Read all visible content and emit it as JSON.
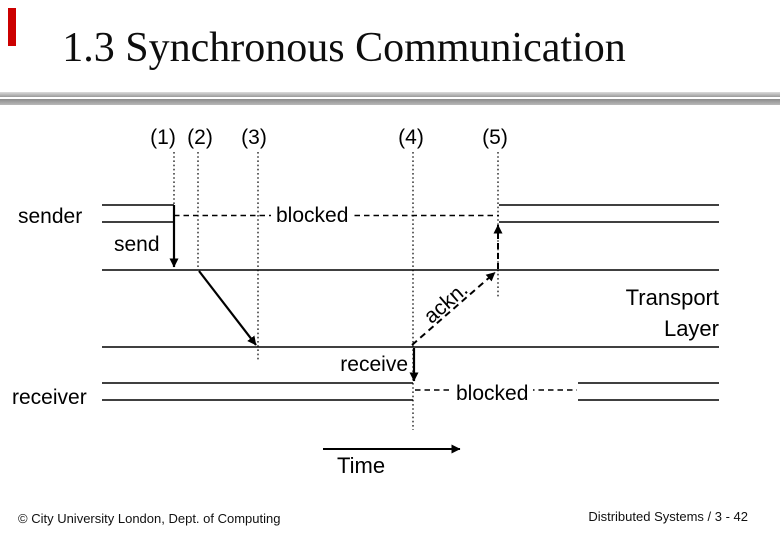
{
  "slide": {
    "title": "1.3 Synchronous Communication",
    "accent_color": "#cc0000",
    "footer_left": "© City University London, Dept. of Computing",
    "footer_right": "Distributed Systems / 3 - 42"
  },
  "diagram": {
    "markers": [
      {
        "label": "(1)"
      },
      {
        "label": "(2)"
      },
      {
        "label": "(3)"
      },
      {
        "label": "(4)"
      },
      {
        "label": "(5)"
      }
    ],
    "labels": {
      "sender": "sender",
      "send": "send",
      "sender_blocked": "blocked",
      "transport_1": "Transport",
      "transport_2": "Layer",
      "receive": "receive",
      "receiver_blocked": "blocked",
      "receiver": "receiver",
      "ackn": "ackn.",
      "time": "Time"
    },
    "line_color": "#000000"
  }
}
